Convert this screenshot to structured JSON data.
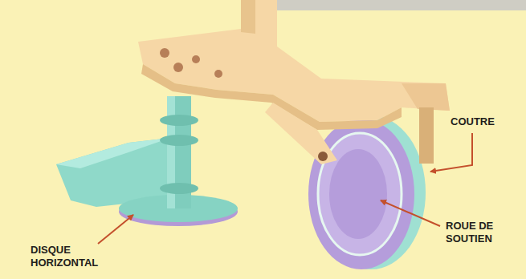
{
  "diagram": {
    "labels": [
      "COUTRE",
      "ROUE DE SOUTIEN",
      "DISQUE HORIZONTAL"
    ]
  }
}
